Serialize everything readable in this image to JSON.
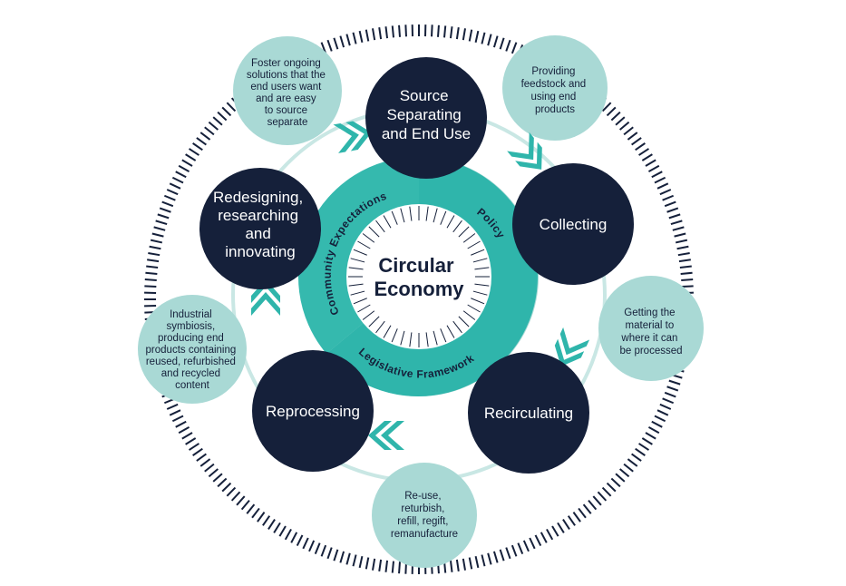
{
  "core": {
    "title": [
      "Circular",
      "Economy"
    ]
  },
  "ring_labels": {
    "community": "Community Expectations",
    "policy": "Policy",
    "legislative": "Legislative Framework"
  },
  "stages": [
    {
      "id": "source-separating",
      "lines": [
        "Source",
        "Separating",
        "and End Use"
      ]
    },
    {
      "id": "collecting",
      "lines": [
        "Collecting"
      ]
    },
    {
      "id": "recirculating",
      "lines": [
        "Recirculating"
      ]
    },
    {
      "id": "reprocessing",
      "lines": [
        "Reprocessing"
      ]
    },
    {
      "id": "redesigning",
      "lines": [
        "Redesigning,",
        "researching",
        "and",
        "innovating"
      ]
    }
  ],
  "notes": [
    {
      "id": "providing-feedstock",
      "lines": [
        "Providing",
        "feedstock and",
        "using end",
        "products"
      ]
    },
    {
      "id": "getting-material",
      "lines": [
        "Getting the",
        "material to",
        "where it can",
        "be processed"
      ]
    },
    {
      "id": "reuse",
      "lines": [
        "Re-use,",
        "returbish,",
        "refill, regift,",
        "remanufacture"
      ]
    },
    {
      "id": "industrial-symbiosis",
      "lines": [
        "Industrial",
        "symbiosis,",
        "producing end",
        "products containing",
        "reused, refurbished",
        "and recycled",
        "content"
      ]
    },
    {
      "id": "foster-solutions",
      "lines": [
        "Foster ongoing",
        "solutions that the",
        "end users want",
        "and are easy",
        "to source",
        "separate"
      ]
    }
  ],
  "colors": {
    "navy": "#15203a",
    "teal": "#2fb5ab",
    "pale_teal": "#a9d9d5",
    "ring": "#c9e7e4",
    "tick": "#15203a"
  }
}
